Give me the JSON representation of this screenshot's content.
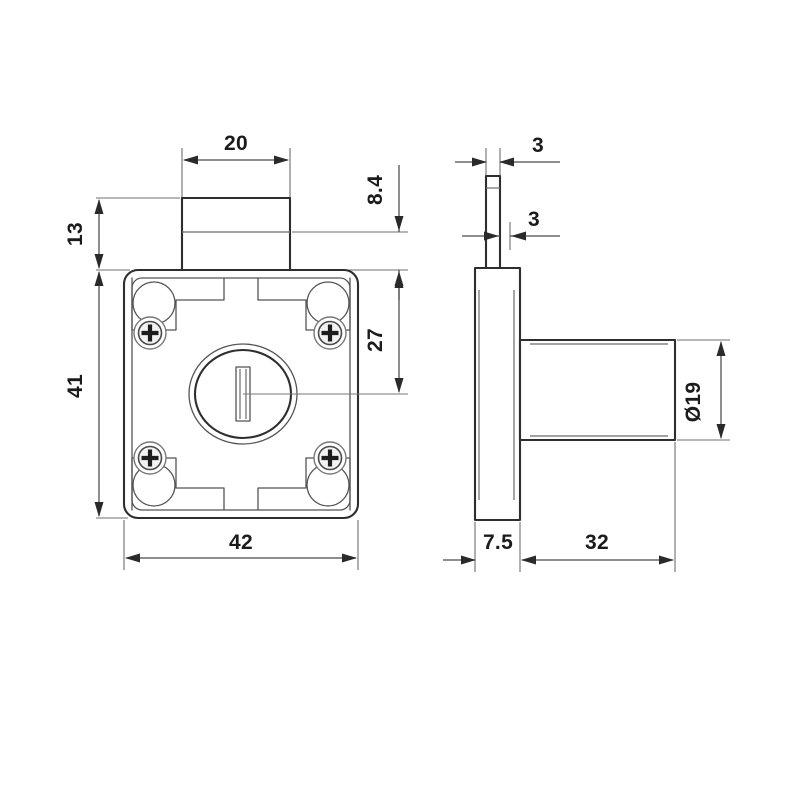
{
  "drawing": {
    "title": "Cabinet Drawer Lock - Dimensioned Technical Drawing",
    "units_note": "",
    "line_color": "#2e2e2e",
    "text_color": "#1b1b1b",
    "background": "#ffffff",
    "views": [
      {
        "id": "front-view",
        "name": "Front View",
        "label": ""
      },
      {
        "id": "side-view",
        "name": "Side View",
        "label": ""
      }
    ]
  },
  "dimensions": {
    "front": {
      "tab_width": "20",
      "tab_height": "13",
      "body_width": "42",
      "body_height": "41",
      "top_offset": "8.4",
      "center_height": "27"
    },
    "side": {
      "tab_thickness": "3",
      "plate_thickness": "3",
      "cylinder_diameter": "Ø19",
      "plate_depth": "7.5",
      "cylinder_length": "32"
    }
  },
  "labels": [
    {
      "id": "dim-20",
      "text": "20"
    },
    {
      "id": "dim-13",
      "text": "13"
    },
    {
      "id": "dim-8-4",
      "text": "8.4"
    },
    {
      "id": "dim-27",
      "text": "27"
    },
    {
      "id": "dim-41",
      "text": "41"
    },
    {
      "id": "dim-42",
      "text": "42"
    },
    {
      "id": "dim-3-top",
      "text": "3"
    },
    {
      "id": "dim-3-plate",
      "text": "3"
    },
    {
      "id": "dim-dia-19",
      "text": "Ø19"
    },
    {
      "id": "dim-7-5",
      "text": "7.5"
    },
    {
      "id": "dim-32",
      "text": "32"
    }
  ],
  "components": [
    {
      "id": "front-body",
      "name": "lock-body-front"
    },
    {
      "id": "front-tab",
      "name": "mounting-tab"
    },
    {
      "id": "keyhole",
      "name": "key-cylinder-face"
    },
    {
      "id": "key-slot",
      "name": "key-slot"
    },
    {
      "id": "screw-tl",
      "name": "screw-top-left"
    },
    {
      "id": "screw-tr",
      "name": "screw-top-right"
    },
    {
      "id": "screw-bl",
      "name": "screw-bottom-left"
    },
    {
      "id": "screw-br",
      "name": "screw-bottom-right"
    },
    {
      "id": "side-plate",
      "name": "back-plate-side"
    },
    {
      "id": "side-cylinder",
      "name": "lock-cylinder-side"
    },
    {
      "id": "side-tab",
      "name": "mounting-tab-side"
    }
  ]
}
